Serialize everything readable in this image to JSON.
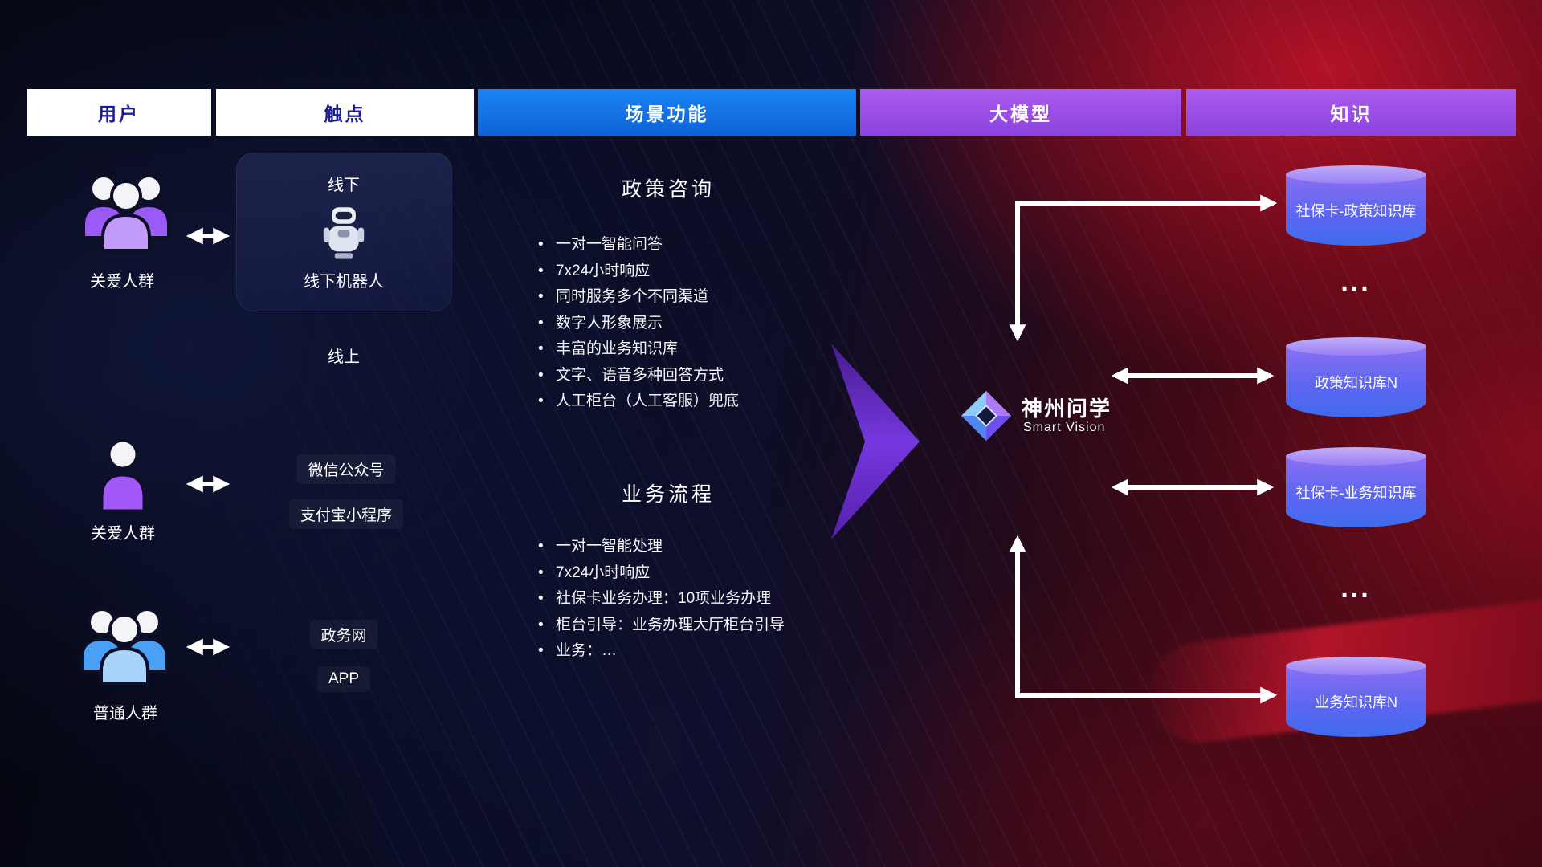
{
  "headers": [
    {
      "label": "用户"
    },
    {
      "label": "触点"
    },
    {
      "label": "场景功能"
    },
    {
      "label": "大模型"
    },
    {
      "label": "知识"
    }
  ],
  "users": [
    {
      "label": "关爱人群"
    },
    {
      "label": "关爱人群"
    },
    {
      "label": "普通人群"
    }
  ],
  "touchpoints": {
    "offline_title": "线下",
    "offline_robot": "线下机器人",
    "online_title": "线上",
    "channels": [
      "微信公众号",
      "支付宝小程序",
      "政务网",
      "APP"
    ]
  },
  "functions": {
    "policy_title": "政策咨询",
    "policy_items": [
      "一对一智能问答",
      "7x24小时响应",
      "同时服务多个不同渠道",
      "数字人形象展示",
      "丰富的业务知识库",
      "文字、语音多种回答方式",
      "人工柜台（人工客服）兜底"
    ],
    "business_title": "业务流程",
    "business_items": [
      "一对一智能处理",
      "7x24小时响应",
      "社保卡业务办理：10项业务办理",
      "柜台引导：业务办理大厅柜台引导",
      "业务：…"
    ]
  },
  "model": {
    "name": "神州问学",
    "subtitle": "Smart Vision"
  },
  "knowledge": {
    "databases": [
      "社保卡-政策知识库",
      "政策知识库N",
      "社保卡-业务知识库",
      "业务知识库N"
    ],
    "ellipsis": "..."
  },
  "colors": {
    "header_blue": "#1478ee",
    "header_purple": "#a152e8",
    "header_text_dark": "#1c1c96",
    "cylinder_top": "#b39df8",
    "cylinder_bottom": "#3f6bee",
    "flow_arrow_purple": "#7c3aed",
    "connector_white": "#ffffff"
  }
}
